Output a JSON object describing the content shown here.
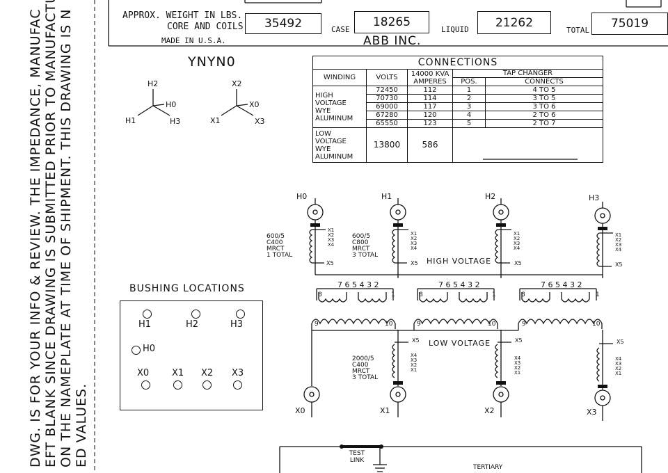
{
  "side_note": {
    "line1": "DWG. IS FOR YOUR INFO & REVIEW.  THE IMPEDANCE, MANUFAC",
    "line2": "EFT BLANK SINCE DRAWING IS SUBMITTED PRIOR TO MANUFACTU",
    "line3": "ON THE NAMEPLATE AT TIME OF SHIPMENT. THIS DRAWING IS N",
    "line4": "ED VALUES."
  },
  "weights": {
    "approx_label": "APPROX. WEIGHT IN LBS.",
    "core_label": "CORE AND COILS",
    "core_value": "35492",
    "case_label": "CASE",
    "case_value": "18265",
    "liquid_label": "LIQUID",
    "liquid_value": "21262",
    "total_label": "TOTAL",
    "total_value": "75019"
  },
  "made_in": "MADE IN U.S.A.",
  "company": "ABB INC.",
  "vector_group": "YNYN0",
  "phasor": {
    "h_labels": [
      "H2",
      "H0",
      "H1",
      "H3"
    ],
    "x_labels": [
      "X2",
      "X0",
      "X1",
      "X3"
    ]
  },
  "connections": {
    "title": "CONNECTIONS",
    "col_winding": "WINDING",
    "col_volts": "VOLTS",
    "col_amperes": "14000 KVA AMPERES",
    "col_tap_changer": "TAP CHANGER",
    "col_pos": "POS.",
    "col_connects": "CONNECTS",
    "hv_winding": "HIGH VOLTAGE WYE ALUMINUM",
    "hv_rows": [
      {
        "volts": "72450",
        "amps": "112",
        "pos": "1",
        "connects": "4  TO  5"
      },
      {
        "volts": "70730",
        "amps": "114",
        "pos": "2",
        "connects": "3  TO  5"
      },
      {
        "volts": "69000",
        "amps": "117",
        "pos": "3",
        "connects": "3  TO  6"
      },
      {
        "volts": "67280",
        "amps": "120",
        "pos": "4",
        "connects": "2  TO  6"
      },
      {
        "volts": "65550",
        "amps": "123",
        "pos": "5",
        "connects": "2  TO  7"
      }
    ],
    "lv_winding": "LOW VOLTAGE WYE ALUMINUM",
    "lv_volts": "13800",
    "lv_amps": "586"
  },
  "schematic": {
    "hv_bushings": [
      "H0",
      "H1",
      "H2",
      "H3"
    ],
    "lv_bushings": [
      "X0",
      "X1",
      "X2",
      "X3"
    ],
    "ct_taps_hv": [
      "X1",
      "X2",
      "X3",
      "X4"
    ],
    "ct_taps_lv": [
      "X4",
      "X3",
      "X2",
      "X1"
    ],
    "tap_x5": "X5",
    "ct1": [
      "600/5",
      "C400",
      "MRCT",
      "1 TOTAL"
    ],
    "ct2": [
      "600/5",
      "C800",
      "MRCT",
      "3 TOTAL"
    ],
    "ct3": [
      "2000/5",
      "C400",
      "MRCT",
      "3 TOTAL"
    ],
    "hv_label": "HIGH VOLTAGE",
    "lv_label": "LOW VOLTAGE",
    "tap_numbers": "7 6 5 4 3 2",
    "tap_8": "8",
    "tap_1": "1",
    "tap_9": "9",
    "tap_10": "10"
  },
  "bushing_locations": {
    "title": "BUSHING LOCATIONS",
    "h_row": [
      "H1",
      "H2",
      "H3"
    ],
    "h0": "H0",
    "x_row": [
      "X0",
      "X1",
      "X2",
      "X3"
    ]
  },
  "tertiary": {
    "test_link": "TEST LINK",
    "tertiary_label": "TERTIARY"
  }
}
